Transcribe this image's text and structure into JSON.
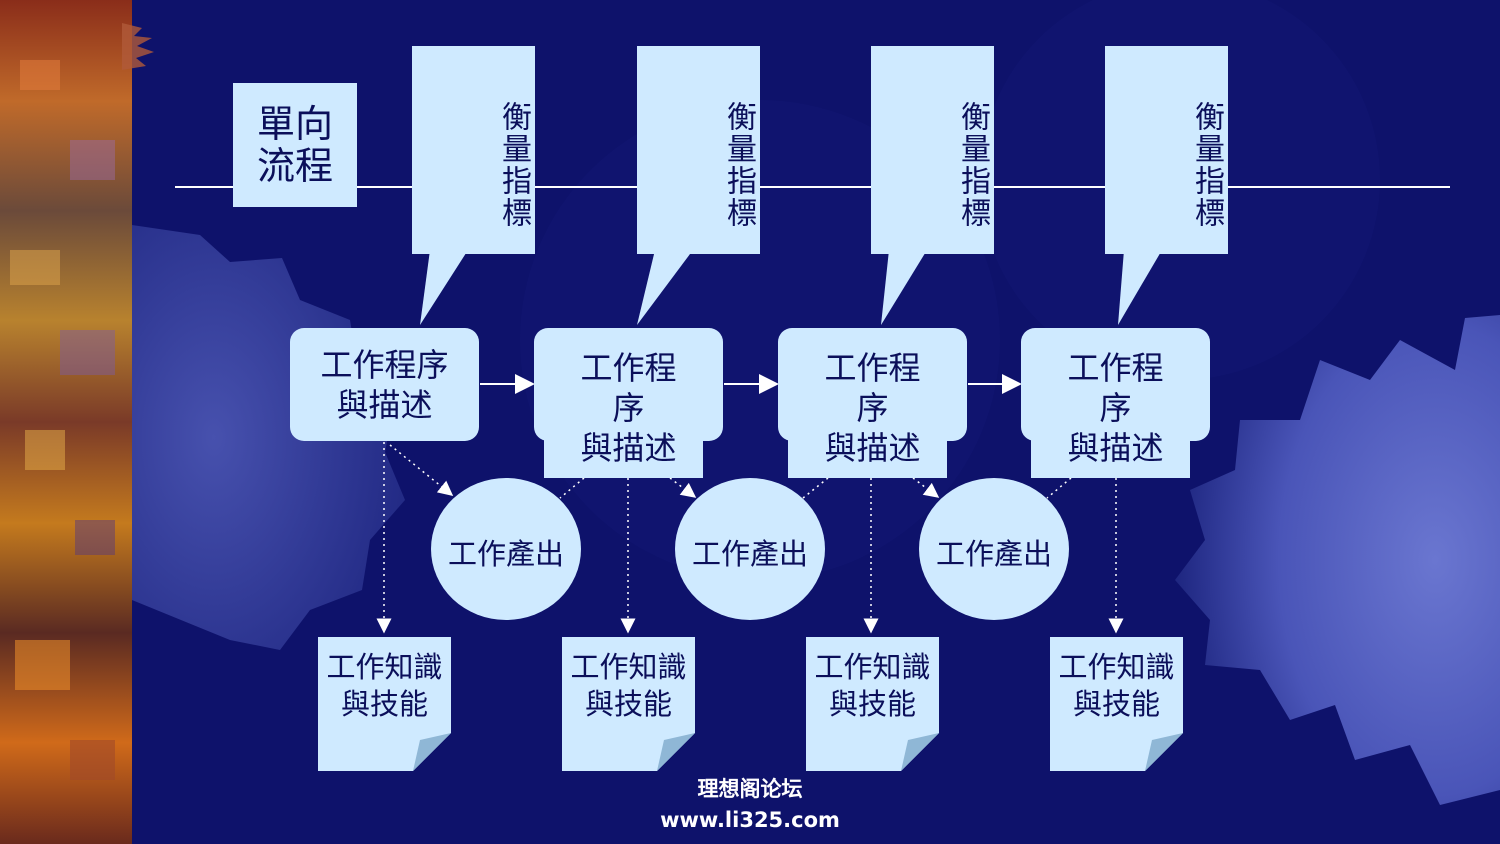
{
  "diagram": {
    "one_way_process": {
      "line1": "單向",
      "line2": "流程"
    },
    "measures": [
      {
        "label": "衡量指標"
      },
      {
        "label": "衡量指標"
      },
      {
        "label": "衡量指標"
      },
      {
        "label": "衡量指標"
      }
    ],
    "processes": [
      {
        "line1": "工作程序",
        "line2": "與描述"
      },
      {
        "line1": "工作程",
        "line2": "序",
        "line3": "與描述"
      },
      {
        "line1": "工作程",
        "line2": "序",
        "line3": "與描述"
      },
      {
        "line1": "工作程",
        "line2": "序",
        "line3": "與描述"
      }
    ],
    "outputs": [
      {
        "label": "工作產出"
      },
      {
        "label": "工作產出"
      },
      {
        "label": "工作產出"
      }
    ],
    "knowledge": [
      {
        "line1": "工作知識",
        "line2": "與技能"
      },
      {
        "line1": "工作知識",
        "line2": "與技能"
      },
      {
        "line1": "工作知識",
        "line2": "與技能"
      },
      {
        "line1": "工作知識",
        "line2": "與技能"
      }
    ]
  },
  "watermark": {
    "line1": "理想阁论坛",
    "line2": "www.li325.com"
  },
  "colors": {
    "background": "#0e126b",
    "shape_fill": "#cfeaff",
    "text": "#0b0f5a",
    "gear": "#4a55b8"
  }
}
